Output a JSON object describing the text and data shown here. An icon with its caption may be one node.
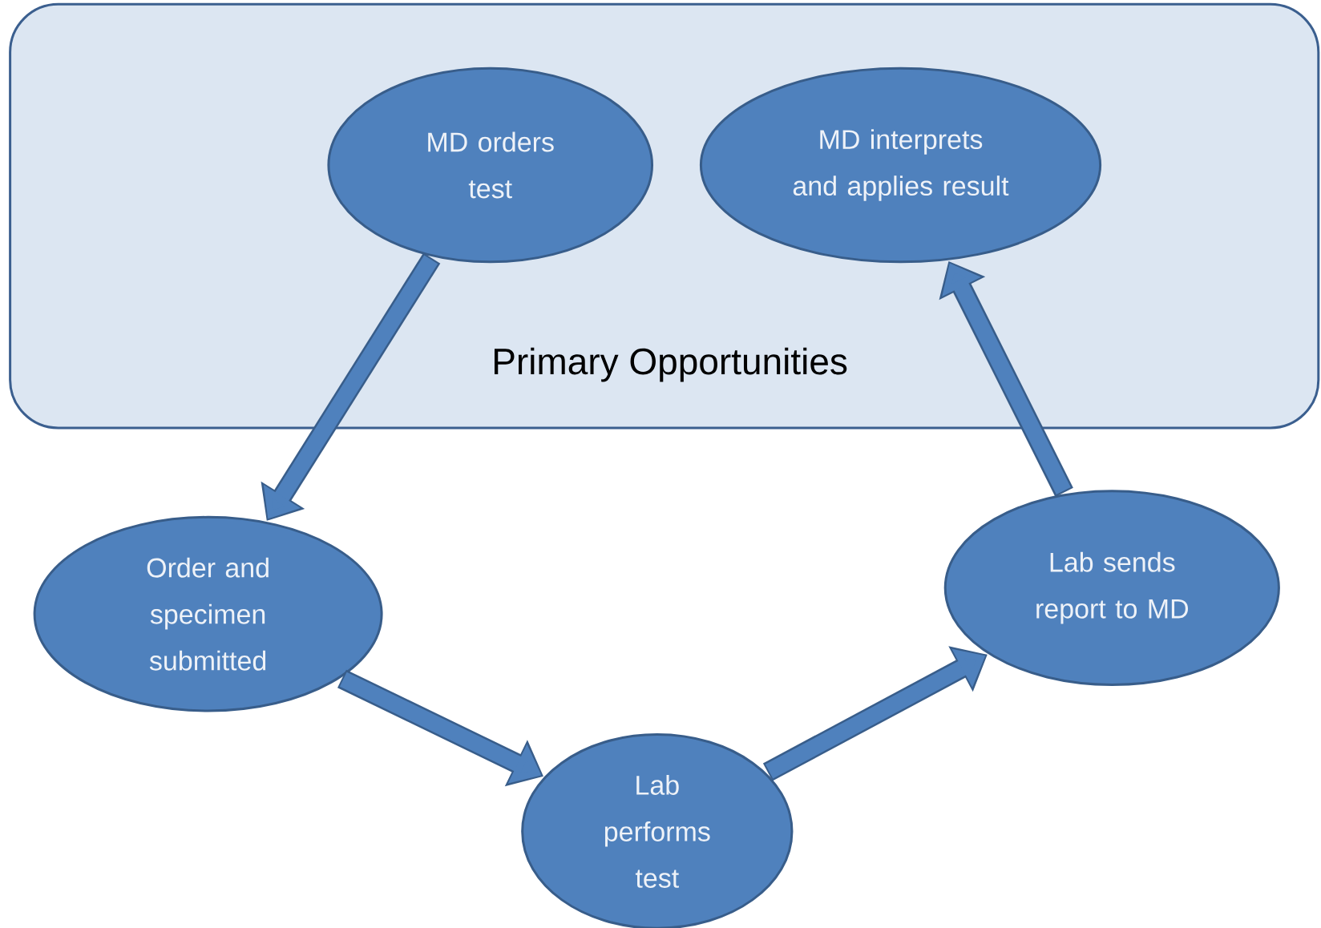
{
  "diagram": {
    "nodes": [
      {
        "text": [
          "Primary Opportunities"
        ]
      },
      {
        "text": [
          "MD orders test"
        ],
        "in": 0
      },
      {
        "text": [
          "MD interprets and applies result"
        ],
        "in": 0
      },
      {
        "text": [
          "Order and specimen submitted"
        ]
      },
      {
        "text": [
          "Lab performs test"
        ]
      },
      {
        "text": [
          "Lab sends report to MD"
        ]
      }
    ],
    "edges": [
      {
        "from": 1,
        "to": 3,
        "arrow": "to"
      },
      {
        "from": 3,
        "to": 4,
        "arrow": "to"
      },
      {
        "from": 4,
        "to": 5,
        "arrow": "to"
      },
      {
        "from": 5,
        "to": 2,
        "arrow": "to"
      }
    ]
  }
}
